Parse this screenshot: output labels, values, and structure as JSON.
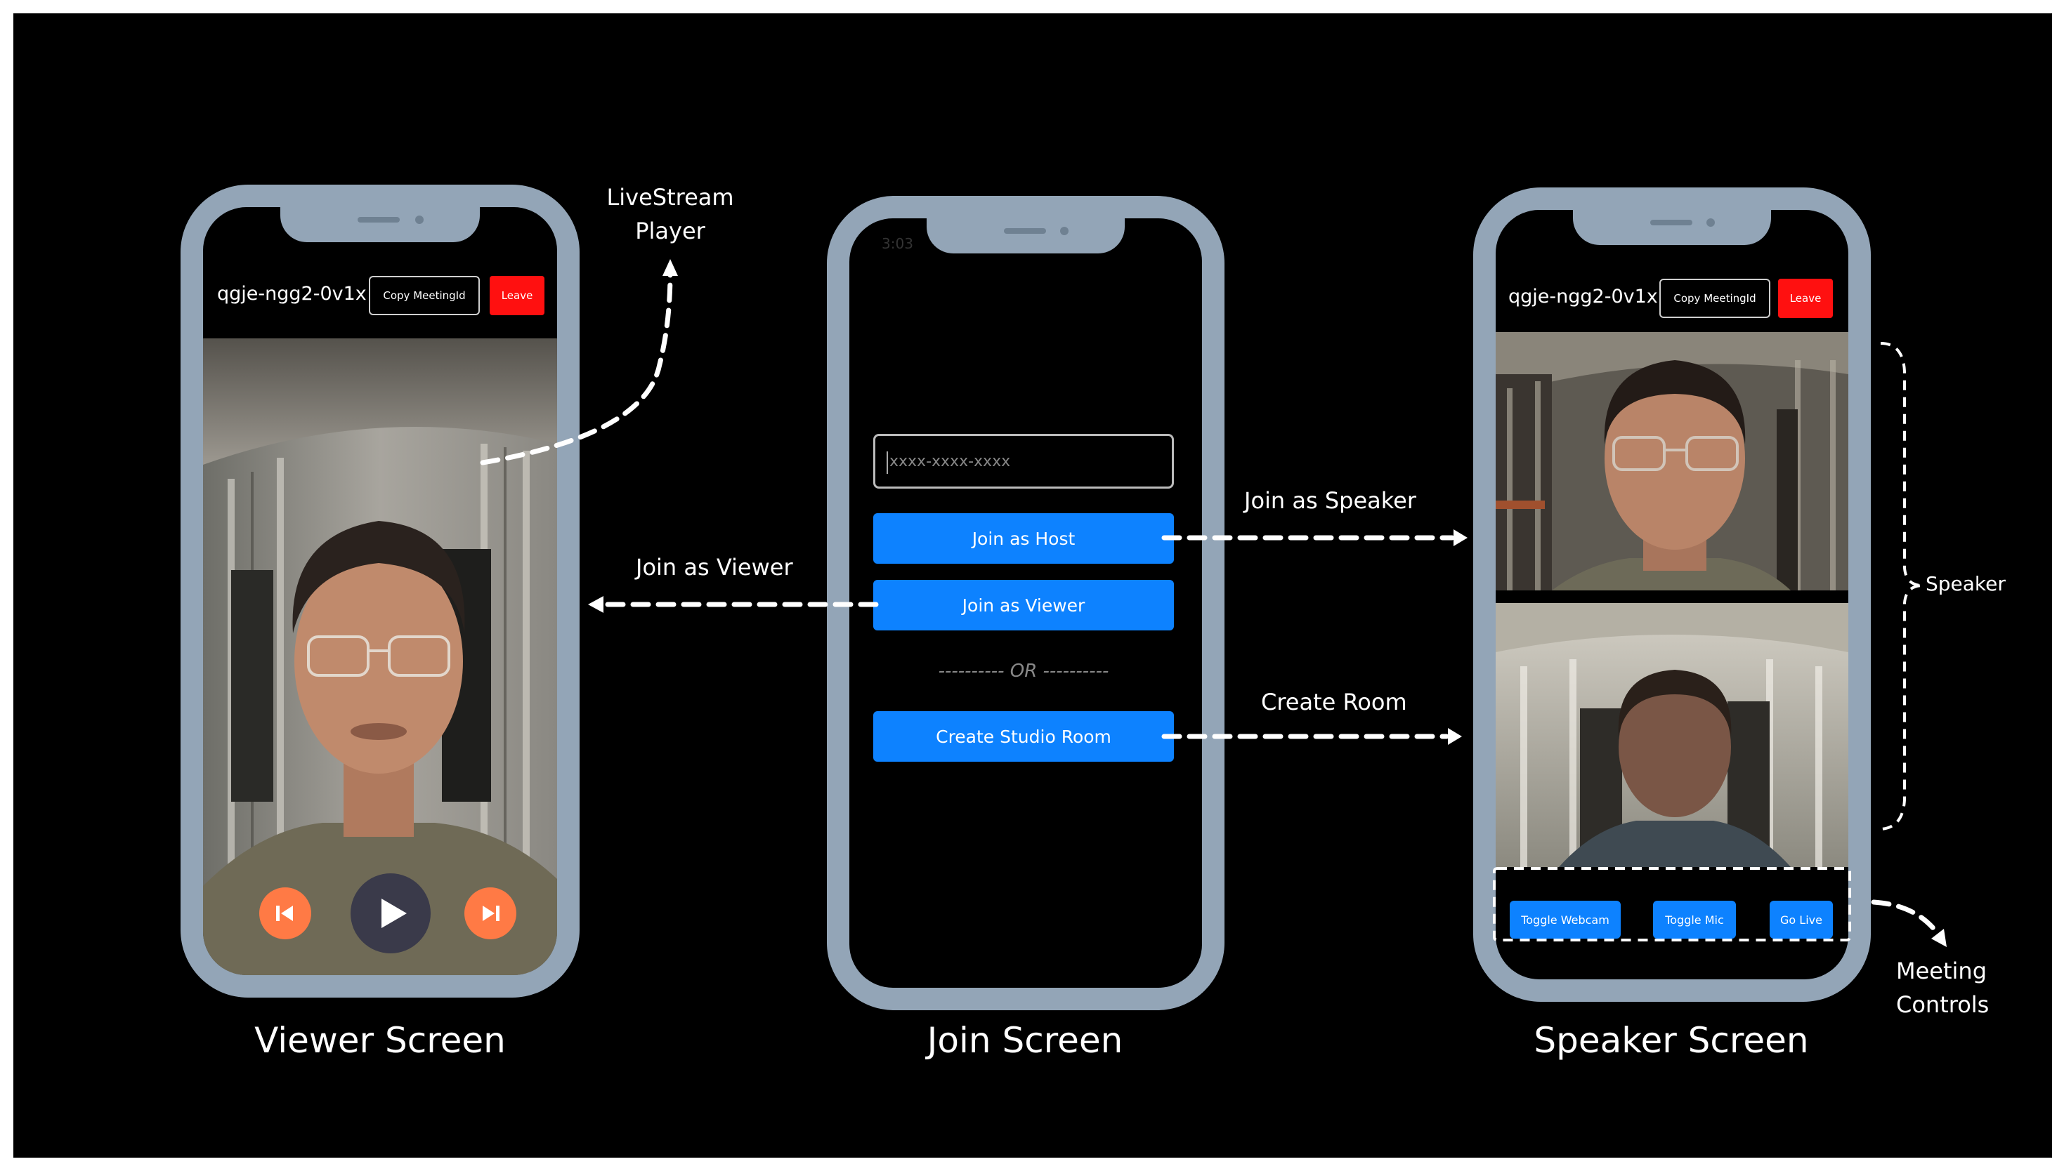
{
  "colors": {
    "background": "#000000",
    "phone_frame": "#93a5b7",
    "primary_button": "#0d82ff",
    "leave_button": "#ff1010",
    "player_skip_button": "#ff7a45",
    "player_play_button": "#3a3a4a"
  },
  "viewer_screen": {
    "caption": "Viewer Screen",
    "meeting_id": "qgje-ngg2-0v1x",
    "copy_button": "Copy MeetingId",
    "leave_button": "Leave",
    "player_controls": [
      "skip-back-icon",
      "play-icon",
      "skip-forward-icon"
    ]
  },
  "join_screen": {
    "caption": "Join Screen",
    "input_placeholder": "xxxx-xxxx-xxxx",
    "status_time": "3:03",
    "join_host_button": "Join as Host",
    "join_viewer_button": "Join as Viewer",
    "divider": "---------- OR ----------",
    "create_room_button": "Create Studio Room"
  },
  "speaker_screen": {
    "caption": "Speaker Screen",
    "meeting_id": "qgje-ngg2-0v1x",
    "copy_button": "Copy MeetingId",
    "leave_button": "Leave",
    "controls": {
      "toggle_webcam": "Toggle Webcam",
      "toggle_mic": "Toggle Mic",
      "go_live": "Go Live"
    }
  },
  "annotations": {
    "livestream_player_line1": "LiveStream",
    "livestream_player_line2": "Player",
    "join_as_viewer": "Join as Viewer",
    "join_as_speaker": "Join as Speaker",
    "create_room": "Create Room",
    "speaker": "Speaker",
    "meeting_controls_line1": "Meeting",
    "meeting_controls_line2": "Controls"
  }
}
